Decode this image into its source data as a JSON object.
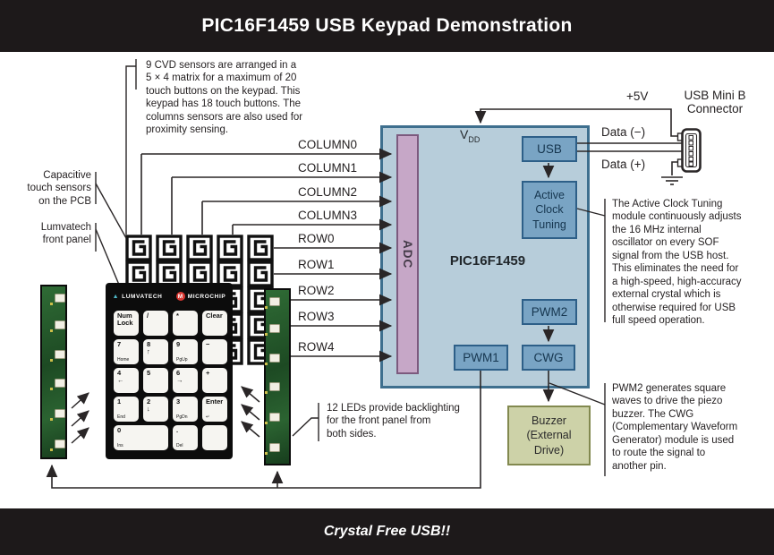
{
  "header": {
    "title": "PIC16F1459 USB Keypad Demonstration"
  },
  "footer": {
    "caption": "Crystal Free USB!!"
  },
  "annotations": {
    "cvd": "9 CVD sensors are arranged in a\n5 × 4 matrix for a maximum of 20\ntouch buttons on the keypad. This\nkeypad has 18 touch buttons. The\ncolumns sensors are also used for\nproximity sensing.",
    "capacitive": "Capacitive\ntouch sensors\non the PCB",
    "lumvatech": "Lumvatech\nfront panel",
    "leds": "12 LEDs provide backlighting\nfor the front panel from\nboth sides.",
    "act": "The Active Clock Tuning\nmodule continuously adjusts\nthe 16 MHz internal\noscillator on every SOF\nsignal from the USB host.\nThis eliminates the need for\na high-speed, high-accuracy\nexternal crystal which is\notherwise required for USB\nfull speed operation.",
    "pwm2": "PWM2 generates square\nwaves to drive the piezo\nbuzzer. The CWG\n(Complementary Waveform\nGenerator) module is used\nto route the signal to\nanother pin."
  },
  "signals": {
    "items": [
      "COLUMN0",
      "COLUMN1",
      "COLUMN2",
      "COLUMN3",
      "ROW0",
      "ROW1",
      "ROW2",
      "ROW3",
      "ROW4"
    ]
  },
  "mcu": {
    "name": "PIC16F1459",
    "adc": "ADC",
    "usb": "USB",
    "act": "Active\nClock\nTuning",
    "pwm2": "PWM2",
    "cwg": "CWG",
    "pwm1": "PWM1",
    "vdd_main": "V",
    "vdd_sub": "DD"
  },
  "power": {
    "v5": "+5V",
    "connector": "USB Mini B\nConnector",
    "data_minus": "Data (−)",
    "data_plus": "Data (+)"
  },
  "buzzer": {
    "label": "Buzzer\n(External\nDrive)"
  },
  "keypad": {
    "brand1": "LUMVATECH",
    "brand2": "MICROCHIP",
    "leds_per_strip": 6,
    "keys": [
      {
        "r": 0,
        "c": 0,
        "label": "Num\nLock",
        "sub": ""
      },
      {
        "r": 0,
        "c": 1,
        "label": "/",
        "sub": ""
      },
      {
        "r": 0,
        "c": 2,
        "label": "*",
        "sub": ""
      },
      {
        "r": 0,
        "c": 3,
        "label": "Clear",
        "sub": ""
      },
      {
        "r": 1,
        "c": 0,
        "label": "7",
        "sub": "Home"
      },
      {
        "r": 1,
        "c": 1,
        "label": "8\n↑",
        "sub": ""
      },
      {
        "r": 1,
        "c": 2,
        "label": "9",
        "sub": "PgUp"
      },
      {
        "r": 1,
        "c": 3,
        "label": "−",
        "sub": ""
      },
      {
        "r": 2,
        "c": 0,
        "label": "4\n←",
        "sub": ""
      },
      {
        "r": 2,
        "c": 1,
        "label": "5",
        "sub": ""
      },
      {
        "r": 2,
        "c": 2,
        "label": "6\n→",
        "sub": ""
      },
      {
        "r": 2,
        "c": 3,
        "label": "+",
        "sub": ""
      },
      {
        "r": 3,
        "c": 0,
        "label": "1",
        "sub": "End"
      },
      {
        "r": 3,
        "c": 1,
        "label": "2\n↓",
        "sub": ""
      },
      {
        "r": 3,
        "c": 2,
        "label": "3",
        "sub": "PgDn"
      },
      {
        "r": 3,
        "c": 3,
        "label": "Enter",
        "sub": "↵"
      },
      {
        "r": 4,
        "c": 0,
        "label": "0",
        "sub": "Ins",
        "wide": true
      },
      {
        "r": 4,
        "c": 2,
        "label": ".",
        "sub": "Del"
      },
      {
        "r": 4,
        "c": 3,
        "label": "",
        "sub": ""
      }
    ]
  },
  "colors": {
    "bar": "#1d191a",
    "mcu_fill": "#b7cdda",
    "mcu_border": "#3e6f8e",
    "module_fill": "#79a4c4",
    "module_border": "#2d5f88",
    "adc_fill": "#c6a7c7",
    "buzzer_fill": "#cdd2a8",
    "pcb_green": "#2a5f30",
    "microchip_red": "#da3832",
    "line": "#2a2627"
  }
}
